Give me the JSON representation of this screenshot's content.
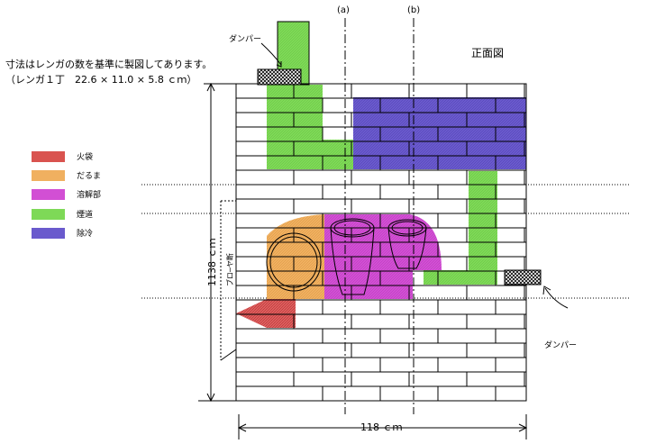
{
  "notes": {
    "dimension_note_line1": "寸法はレンガの数を基準に製図してあります。",
    "dimension_note_line2": "（レンガ１丁　22.6 × 11.0 × 5.8 ｃｍ）",
    "view_title": "正面図",
    "damper_top": "ダンパー",
    "damper_right": "ダンパー",
    "axis_a": "(a)",
    "axis_b": "(b)",
    "height_dim": "1138 ｃｍ",
    "width_dim": "118 ｃｍ",
    "side_label": "ブロ─ヤ断"
  },
  "legend": [
    {
      "label": "火袋",
      "color": "#d9534f"
    },
    {
      "label": "だるま",
      "color": "#f0b060"
    },
    {
      "label": "溶解部",
      "color": "#d24fd4"
    },
    {
      "label": "煙道",
      "color": "#7ed957"
    },
    {
      "label": "除冷",
      "color": "#6a5acd"
    }
  ]
}
